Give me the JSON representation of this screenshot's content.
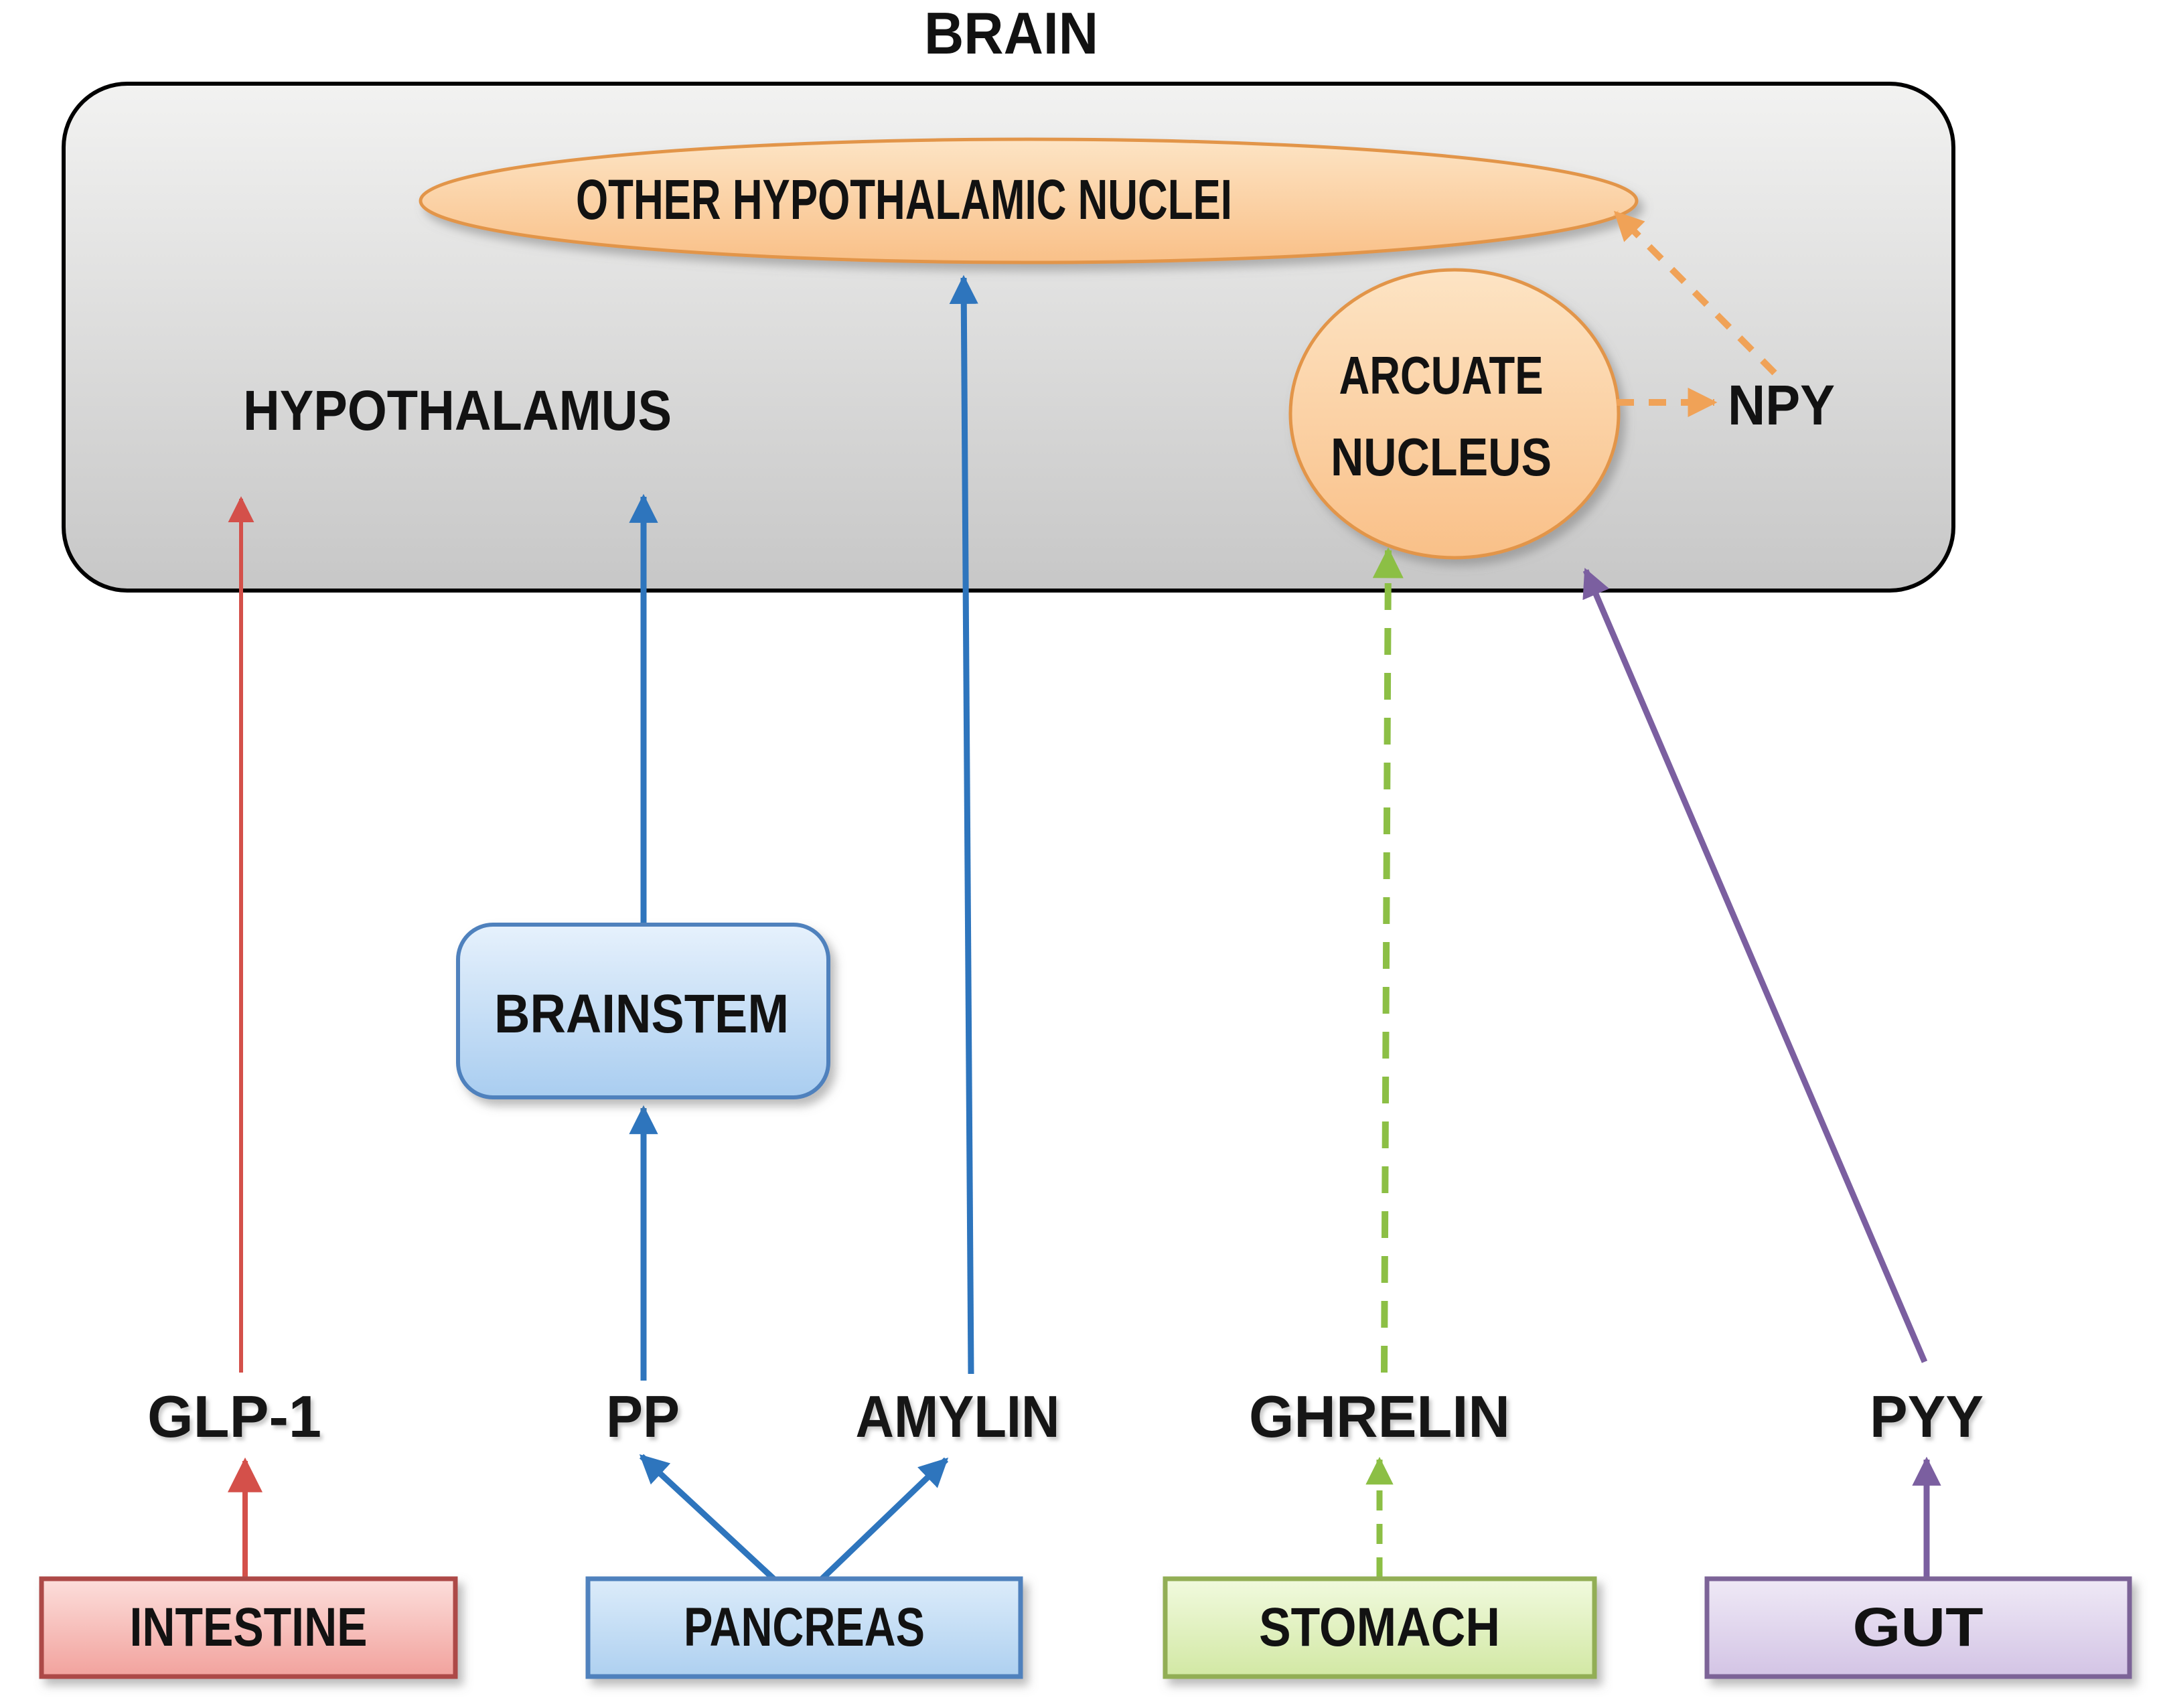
{
  "title": "BRAIN",
  "brain": {
    "hypothalamus": "HYPOTHALAMUS",
    "other_nuclei": "OTHER HYPOTHALAMIC NUCLEI",
    "arcuate_line1": "ARCUATE",
    "arcuate_line2": "NUCLEUS",
    "npy": "NPY"
  },
  "brainstem": "BRAINSTEM",
  "hormones": {
    "glp1": "GLP-1",
    "pp": "PP",
    "amylin": "AMYLIN",
    "ghrelin": "GHRELIN",
    "pyy": "PYY"
  },
  "organs": {
    "intestine": "INTESTINE",
    "pancreas": "PANCREAS",
    "stomach": "STOMACH",
    "gut": "GUT"
  },
  "colors": {
    "text": "#121212",
    "red_arrow": "#d4504a",
    "blue_arrow": "#2e75bd",
    "green_arrow": "#8cbf45",
    "purple_arrow": "#7b5fa0",
    "orange_arrow": "#f0a257",
    "brain_fill_top": "#f2f2f1",
    "brain_fill_bottom": "#c7c7c7",
    "brain_border": "#000000",
    "nucleus_fill_top": "#fde4c4",
    "nucleus_fill_bottom": "#f9c088",
    "nucleus_border": "#e2954a",
    "brainstem_fill_top": "#e6f1fc",
    "brainstem_fill_bottom": "#a9cdf0",
    "brainstem_border": "#4f81bd",
    "intestine_fill_top": "#fcdedb",
    "intestine_fill_bottom": "#f2a29d",
    "intestine_border": "#ad4846",
    "pancreas_fill_top": "#dcecfa",
    "pancreas_fill_bottom": "#aed0f0",
    "pancreas_border": "#4f81bd",
    "stomach_fill_top": "#f1fade",
    "stomach_fill_bottom": "#d2e8a4",
    "stomach_border": "#92ae54",
    "gut_fill_top": "#efe9f6",
    "gut_fill_bottom": "#d3c4e5",
    "gut_border": "#7b6497"
  }
}
